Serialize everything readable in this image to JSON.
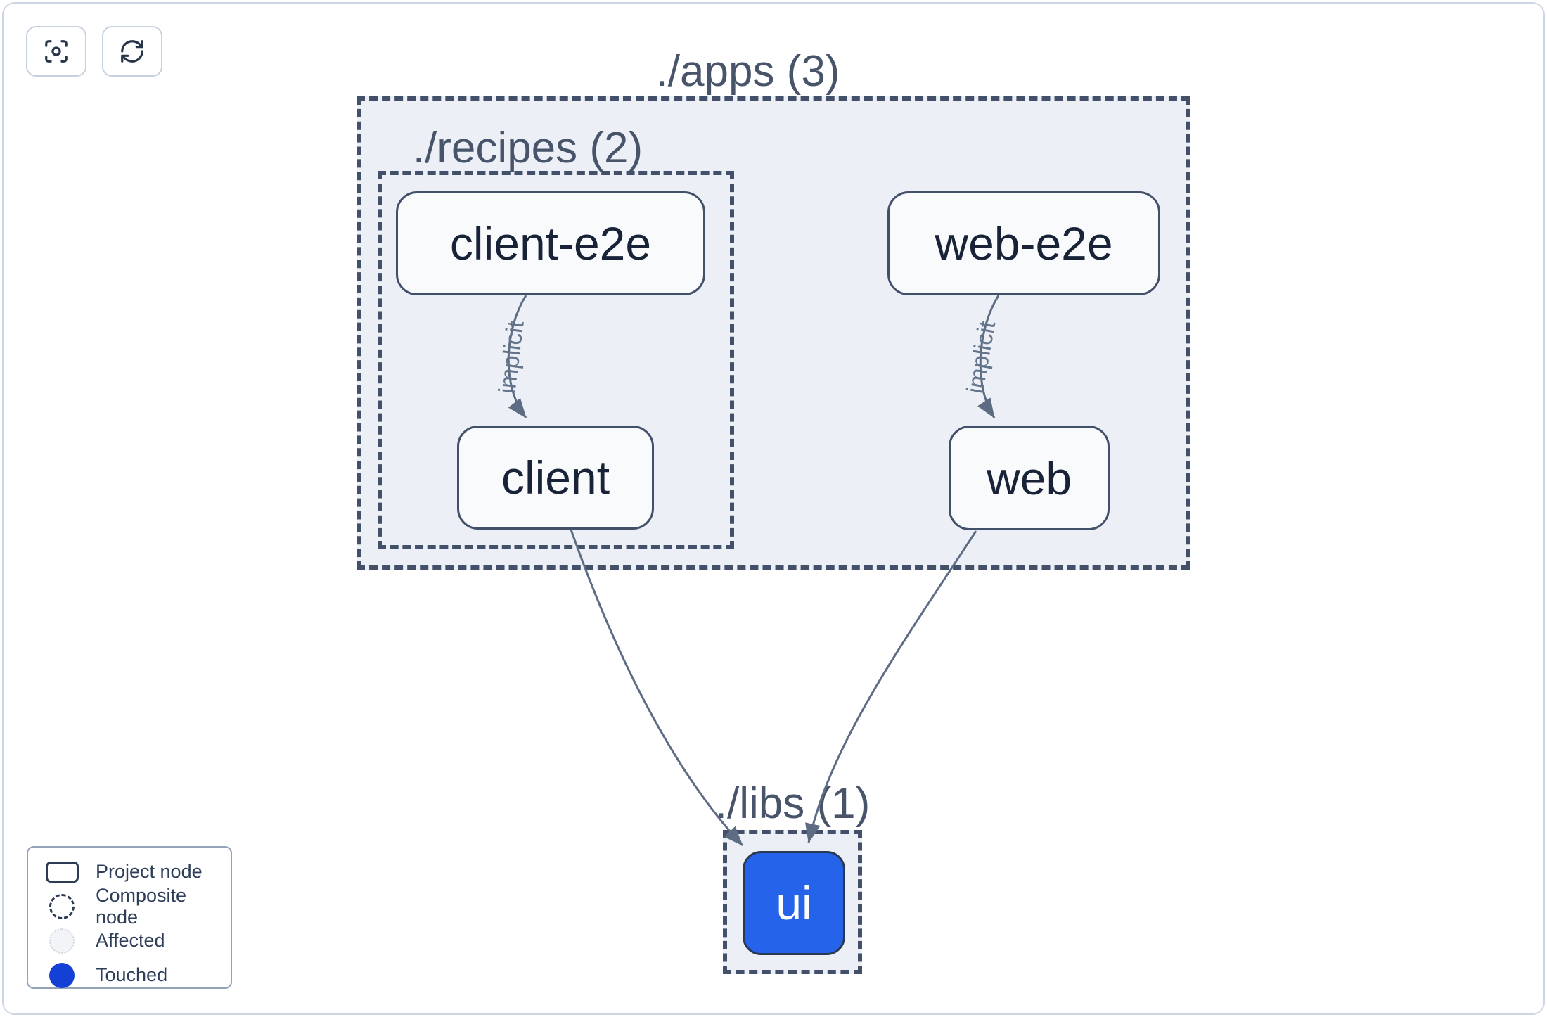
{
  "toolbar": {
    "buttons": [
      {
        "icon": "focus-icon",
        "action": "center-graph"
      },
      {
        "icon": "refresh-icon",
        "action": "refresh-graph"
      }
    ]
  },
  "graph": {
    "composites": [
      {
        "id": "apps",
        "label": "./apps (3)"
      },
      {
        "id": "recipes",
        "label": "./recipes (2)"
      },
      {
        "id": "libs",
        "label": "./libs (1)"
      }
    ],
    "nodes": [
      {
        "id": "client-e2e",
        "label": "client-e2e",
        "state": "normal"
      },
      {
        "id": "web-e2e",
        "label": "web-e2e",
        "state": "normal"
      },
      {
        "id": "client",
        "label": "client",
        "state": "normal"
      },
      {
        "id": "web",
        "label": "web",
        "state": "normal"
      },
      {
        "id": "ui",
        "label": "ui",
        "state": "touched"
      }
    ],
    "edges": [
      {
        "from": "client-e2e",
        "to": "client",
        "label": "implicit"
      },
      {
        "from": "web-e2e",
        "to": "web",
        "label": "implicit"
      },
      {
        "from": "client",
        "to": "ui",
        "label": ""
      },
      {
        "from": "web",
        "to": "ui",
        "label": ""
      }
    ]
  },
  "legend": {
    "items": [
      {
        "swatch": "project",
        "label": "Project node"
      },
      {
        "swatch": "composite",
        "label": "Composite node"
      },
      {
        "swatch": "affected",
        "label": "Affected"
      },
      {
        "swatch": "touched",
        "label": "Touched"
      }
    ]
  },
  "colors": {
    "touched_blue": "#1440d6",
    "touched_node_fill": "#2463ea",
    "composite_border": "#42506a",
    "composite_fill": "#ecf0f6",
    "edge": "#5d6c83",
    "node_text": "#192338",
    "label_text": "#475469"
  }
}
